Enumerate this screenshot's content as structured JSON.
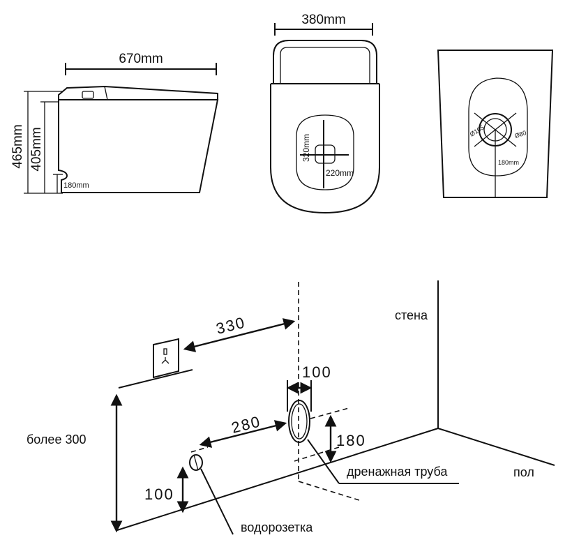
{
  "side_view": {
    "length_label": "670mm",
    "total_height_label": "465mm",
    "body_height_label": "405mm",
    "outlet_height_label": "180mm"
  },
  "top_view": {
    "width_label": "380mm",
    "opening_length_label": "320mm",
    "opening_width_label": "220mm"
  },
  "base_view": {
    "outer_diameter_label": "Ø105",
    "inner_diameter_label": "Ø80",
    "outlet_offset_label": "180mm"
  },
  "installation": {
    "dim_330": "330",
    "dim_280": "280",
    "dim_100_pipe": "100",
    "dim_180": "180",
    "dim_100_water": "100",
    "more_300": "более 300",
    "wall_label": "стена",
    "floor_label": "пол",
    "drain_label": "дренажная труба",
    "water_label": "водорозетка"
  }
}
